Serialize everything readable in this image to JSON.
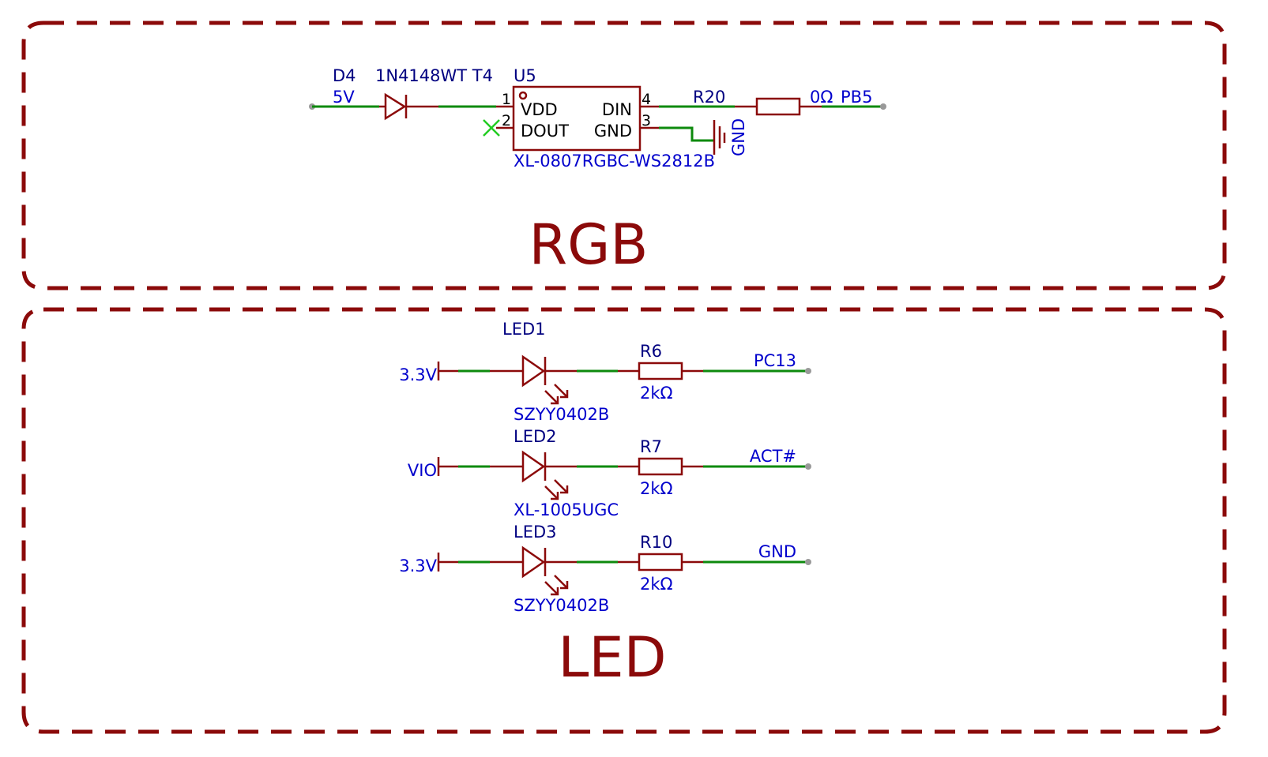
{
  "colors": {
    "wire": "#0d8a0d",
    "component": "#8b0a0a",
    "designator_text": "#000080",
    "net_text": "#0000cc",
    "pin_text": "#000000",
    "no_connect": "#22cc22",
    "junction_dot": "#999999"
  },
  "rgb_section": {
    "title": "RGB",
    "power_label": "5V",
    "diode": {
      "designator": "D4",
      "part": "1N4148WT T4"
    },
    "ic": {
      "designator": "U5",
      "part": "XL-0807RGBC-WS2812B",
      "pins": {
        "vdd": {
          "number": "1",
          "name": "VDD"
        },
        "dout": {
          "number": "2",
          "name": "DOUT"
        },
        "din": {
          "number": "4",
          "name": "DIN"
        },
        "gnd": {
          "number": "3",
          "name": "GND"
        }
      }
    },
    "ground_label": "GND",
    "resistor": {
      "designator": "R20",
      "value": "0Ω"
    },
    "net": "PB5"
  },
  "led_section": {
    "title": "LED",
    "rows": [
      {
        "power": "3.3V",
        "led": "LED1",
        "led_part": "SZYY0402B",
        "resistor": "R6",
        "value": "2kΩ",
        "net": "PC13"
      },
      {
        "power": "VIO",
        "led": "LED2",
        "led_part": "XL-1005UGC",
        "resistor": "R7",
        "value": "2kΩ",
        "net": "ACT#"
      },
      {
        "power": "3.3V",
        "led": "LED3",
        "led_part": "SZYY0402B",
        "resistor": "R10",
        "value": "2kΩ",
        "net": "GND"
      }
    ]
  }
}
